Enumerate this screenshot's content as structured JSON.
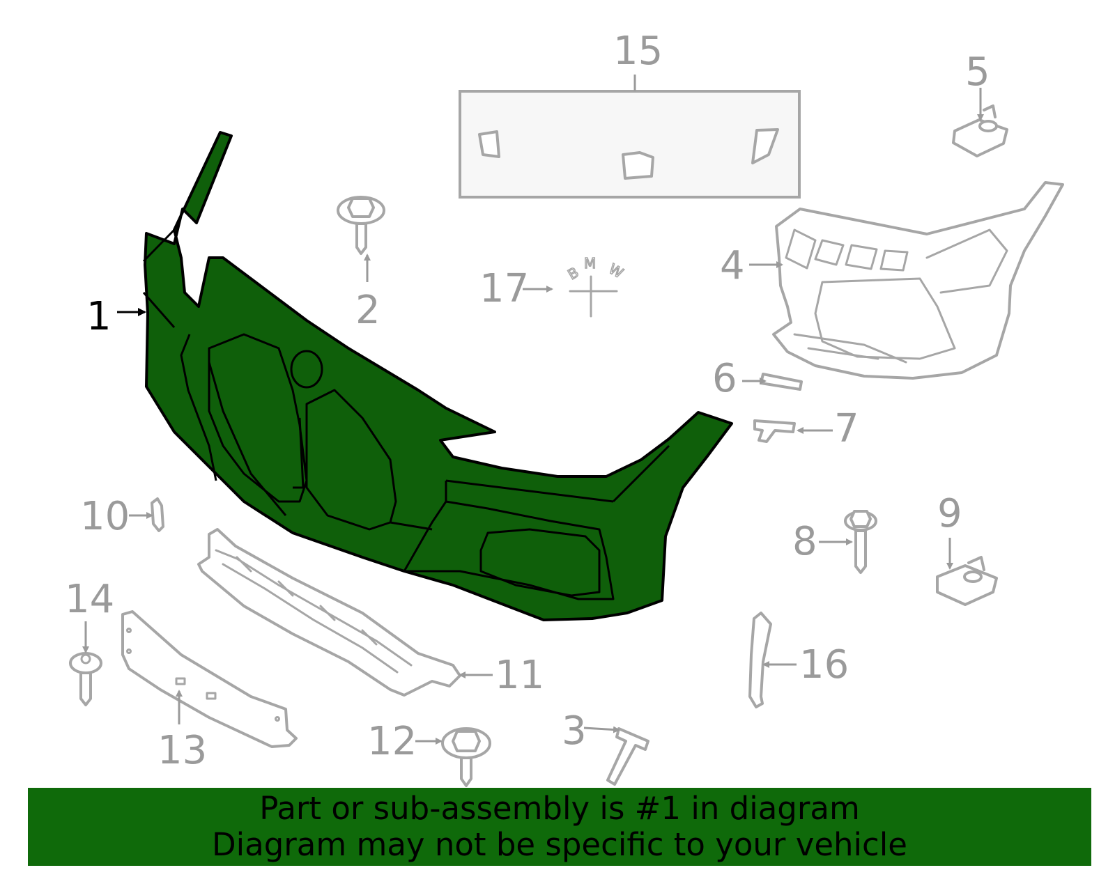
{
  "callouts": {
    "c1": "1",
    "c2": "2",
    "c3": "3",
    "c4": "4",
    "c5": "5",
    "c6": "6",
    "c7": "7",
    "c8": "8",
    "c9": "9",
    "c10": "10",
    "c11": "11",
    "c12": "12",
    "c13": "13",
    "c14": "14",
    "c15": "15",
    "c16": "16",
    "c17": "17"
  },
  "emblem": {
    "b": "B",
    "m": "M",
    "w": "W"
  },
  "highlighted_part": "1",
  "colors": {
    "highlight": "#0f5f0a",
    "banner": "#0f6a0a",
    "parts": "#a6a6a6"
  },
  "banner": {
    "line1": "Part or sub-assembly is #1 in diagram",
    "line2": "Diagram may not be specific to your vehicle"
  }
}
